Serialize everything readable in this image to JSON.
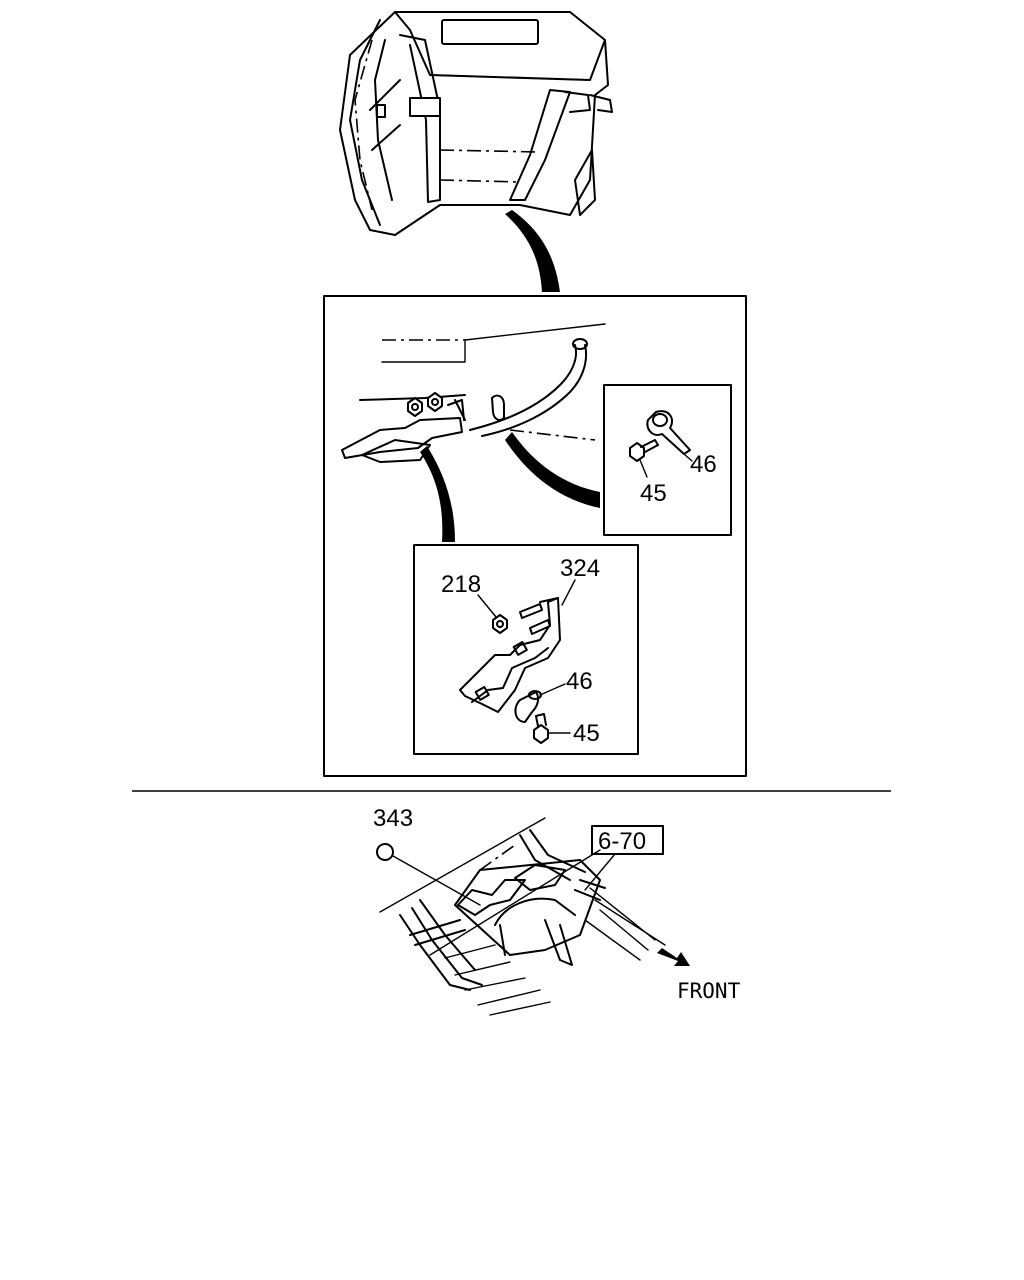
{
  "callouts": {
    "clip_detail_clip": "46",
    "clip_detail_bolt": "45",
    "bracket_nut": "218",
    "bracket": "324",
    "bracket_clip": "46",
    "bracket_bolt": "45",
    "grommet": "343",
    "reference_box": "6-70"
  },
  "direction": {
    "label": "FRONT",
    "icon": "arrow-right-down-icon"
  },
  "colors": {
    "line": "#000000",
    "background": "#ffffff"
  }
}
